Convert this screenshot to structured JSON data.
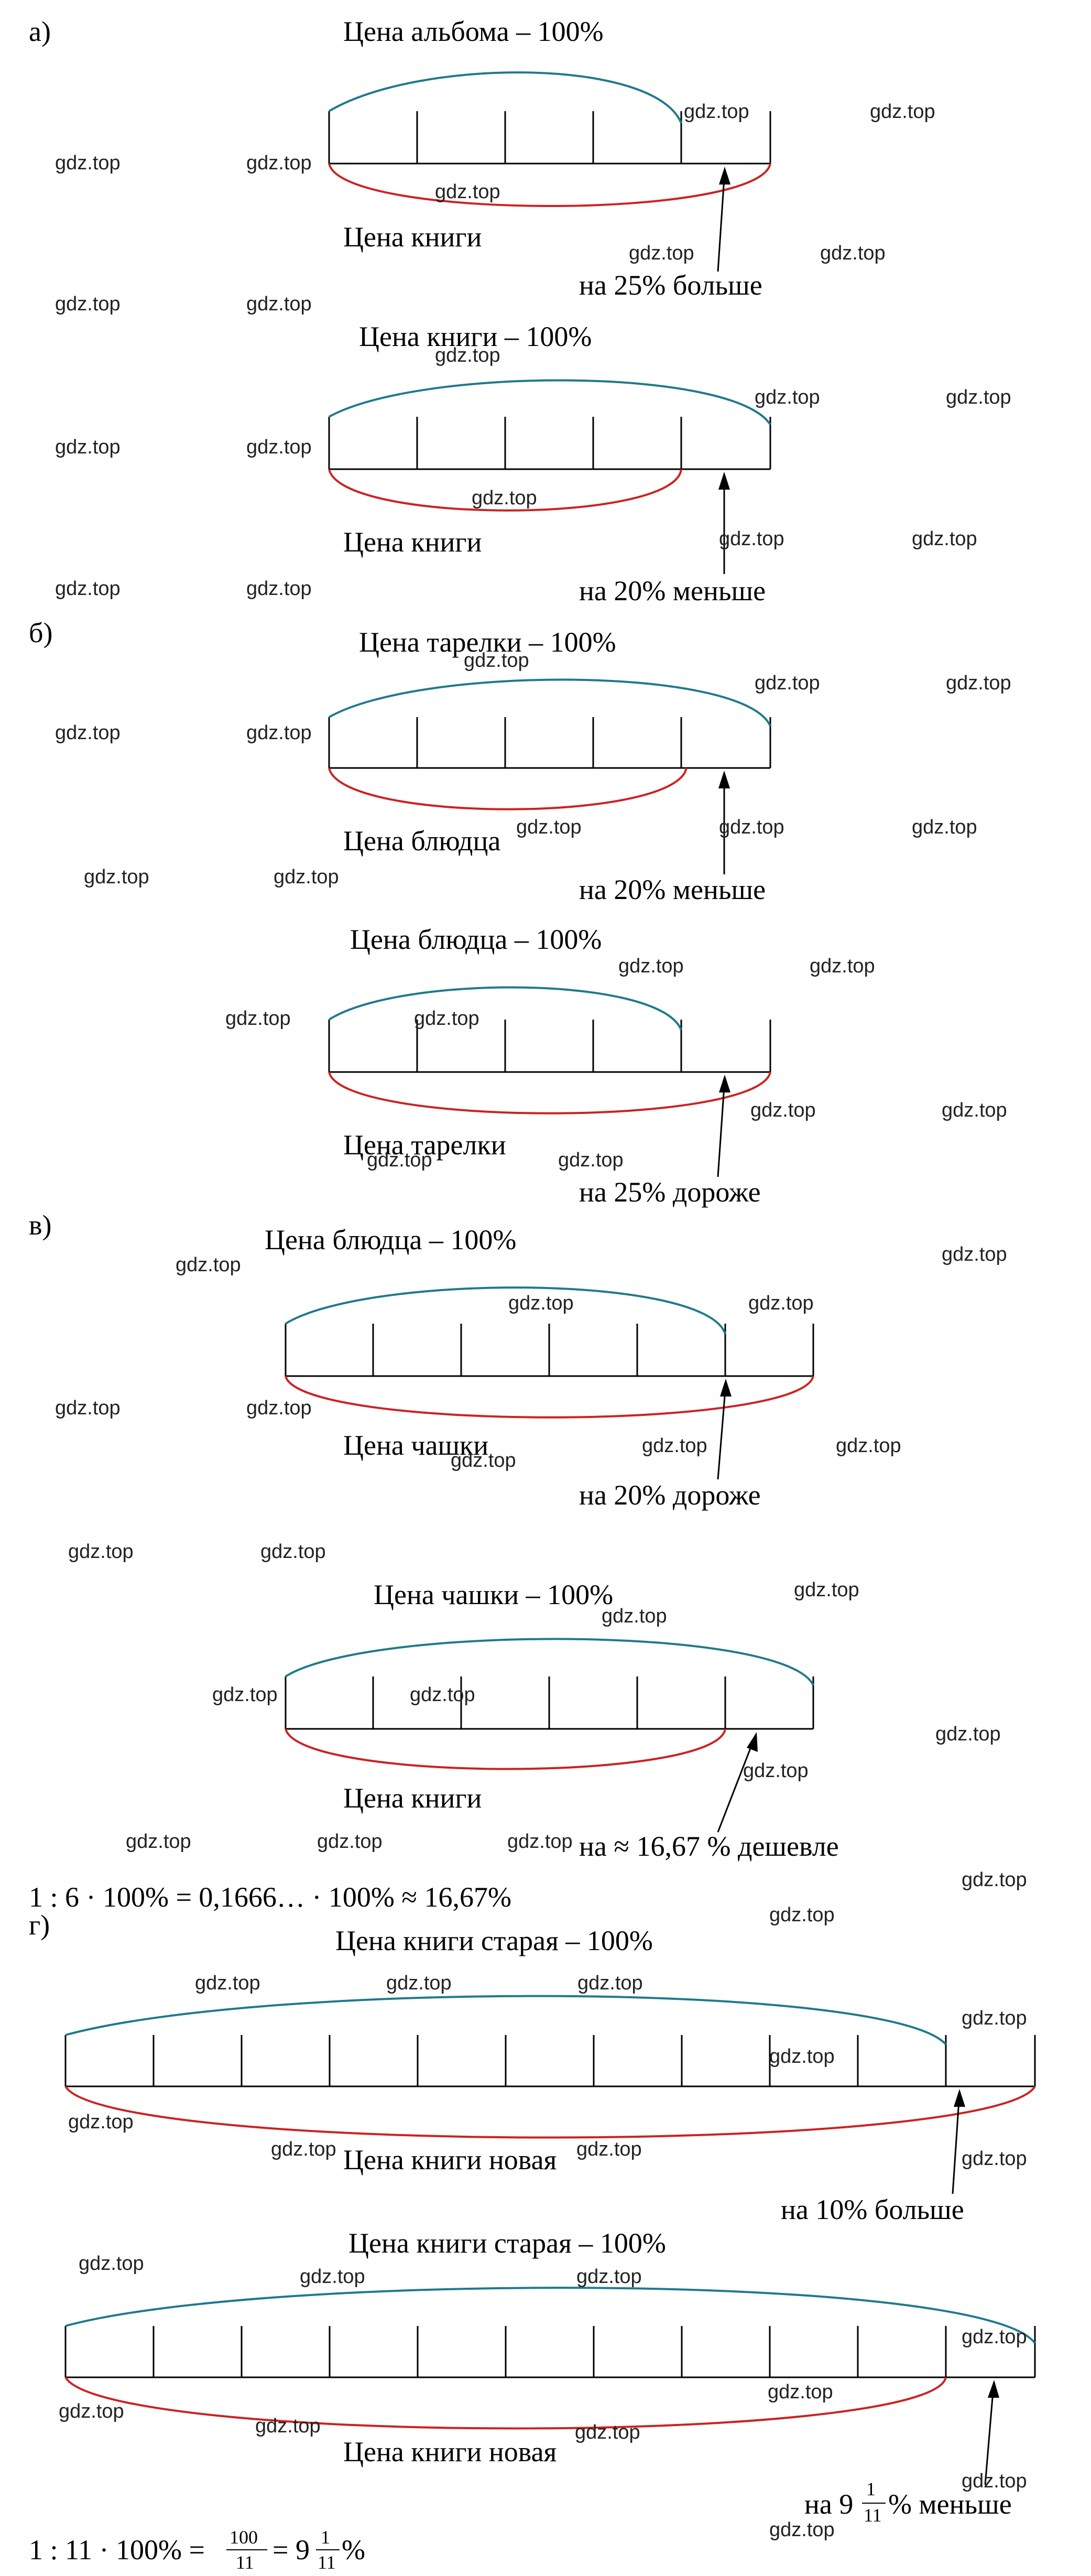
{
  "sections": {
    "a": "а)",
    "b": "б)",
    "v": "в)",
    "g": "г)"
  },
  "diagrams": [
    {
      "id": "a1",
      "top": "Цена альбома – 100%",
      "bottom": "Цена книги",
      "note": "на 25% больше"
    },
    {
      "id": "a2",
      "top": "Цена книги – 100%",
      "bottom": "Цена книги",
      "note": "на 20% меньше"
    },
    {
      "id": "b1",
      "top": "Цена тарелки – 100%",
      "bottom": "Цена блюдца",
      "note": "на 20% меньше"
    },
    {
      "id": "b2",
      "top": "Цена блюдца – 100%",
      "bottom": "Цена тарелки",
      "note": "на 25% дороже"
    },
    {
      "id": "v1",
      "top": "Цена блюдца – 100%",
      "bottom": "Цена чашки",
      "note": "на 20% дороже"
    },
    {
      "id": "v2",
      "top": "Цена чашки – 100%",
      "bottom": "Цена книги",
      "note": "на ≈ 16,67 % дешевле"
    },
    {
      "id": "g1",
      "top": "Цена книги старая – 100%",
      "bottom": "Цена книги новая",
      "note": "на 10% больше"
    },
    {
      "id": "g2",
      "top": "Цена книги старая – 100%",
      "bottom": "Цена книги новая",
      "note_prefix": "на 9",
      "note_num": "1",
      "note_den": "11",
      "note_suffix": "% меньше"
    }
  ],
  "formulas": {
    "f1": "1 : 6 · 100% = 0,1666… · 100% ≈ 16,67%",
    "f2_prefix": "1 : 11 · 100% =",
    "f2_num1": "100",
    "f2_den1": "11",
    "f2_mid": "= 9",
    "f2_num2": "1",
    "f2_den2": "11",
    "f2_suffix": "%"
  },
  "watermark": "gdz.top",
  "colors": {
    "top_arc": "#1f7a8c",
    "bottom_arc": "#cc2222",
    "line": "#000000"
  }
}
